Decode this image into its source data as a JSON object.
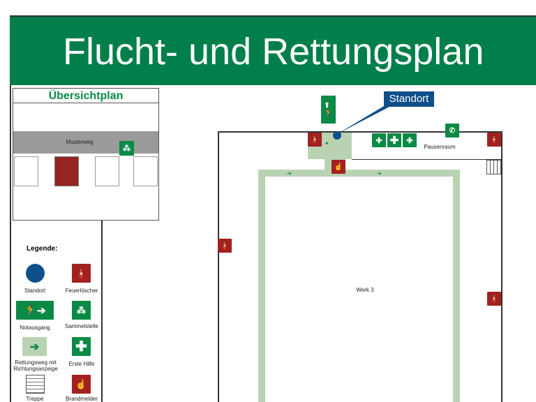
{
  "header": {
    "title": "Flucht- und Rettungsplan"
  },
  "overview": {
    "title": "Übersichtplan",
    "street": "Musterweg"
  },
  "legend": {
    "title": "Legende:",
    "items": [
      {
        "label": "Standort",
        "icon": "location-dot-icon"
      },
      {
        "label": "Feuerlöscher",
        "icon": "fire-extinguisher-icon"
      },
      {
        "label": "Notausgang",
        "icon": "emergency-exit-icon"
      },
      {
        "label": "Sammelstelle",
        "icon": "assembly-point-icon"
      },
      {
        "label": "Rettungsweg mit Richtungsanzeige",
        "icon": "escape-route-arrow-icon"
      },
      {
        "label": "Erste Hilfe",
        "icon": "first-aid-icon"
      },
      {
        "label": "Treppe",
        "icon": "stairs-icon"
      },
      {
        "label": "Brandmelder",
        "icon": "fire-alarm-icon"
      }
    ]
  },
  "plan": {
    "standort": "Standort",
    "room_break": "Pausenraum",
    "hall": "Werk 3"
  },
  "colors": {
    "green": "#007f4a",
    "red": "#a3211f",
    "blue": "#0f4f8a",
    "route": "#b9d3b2"
  }
}
